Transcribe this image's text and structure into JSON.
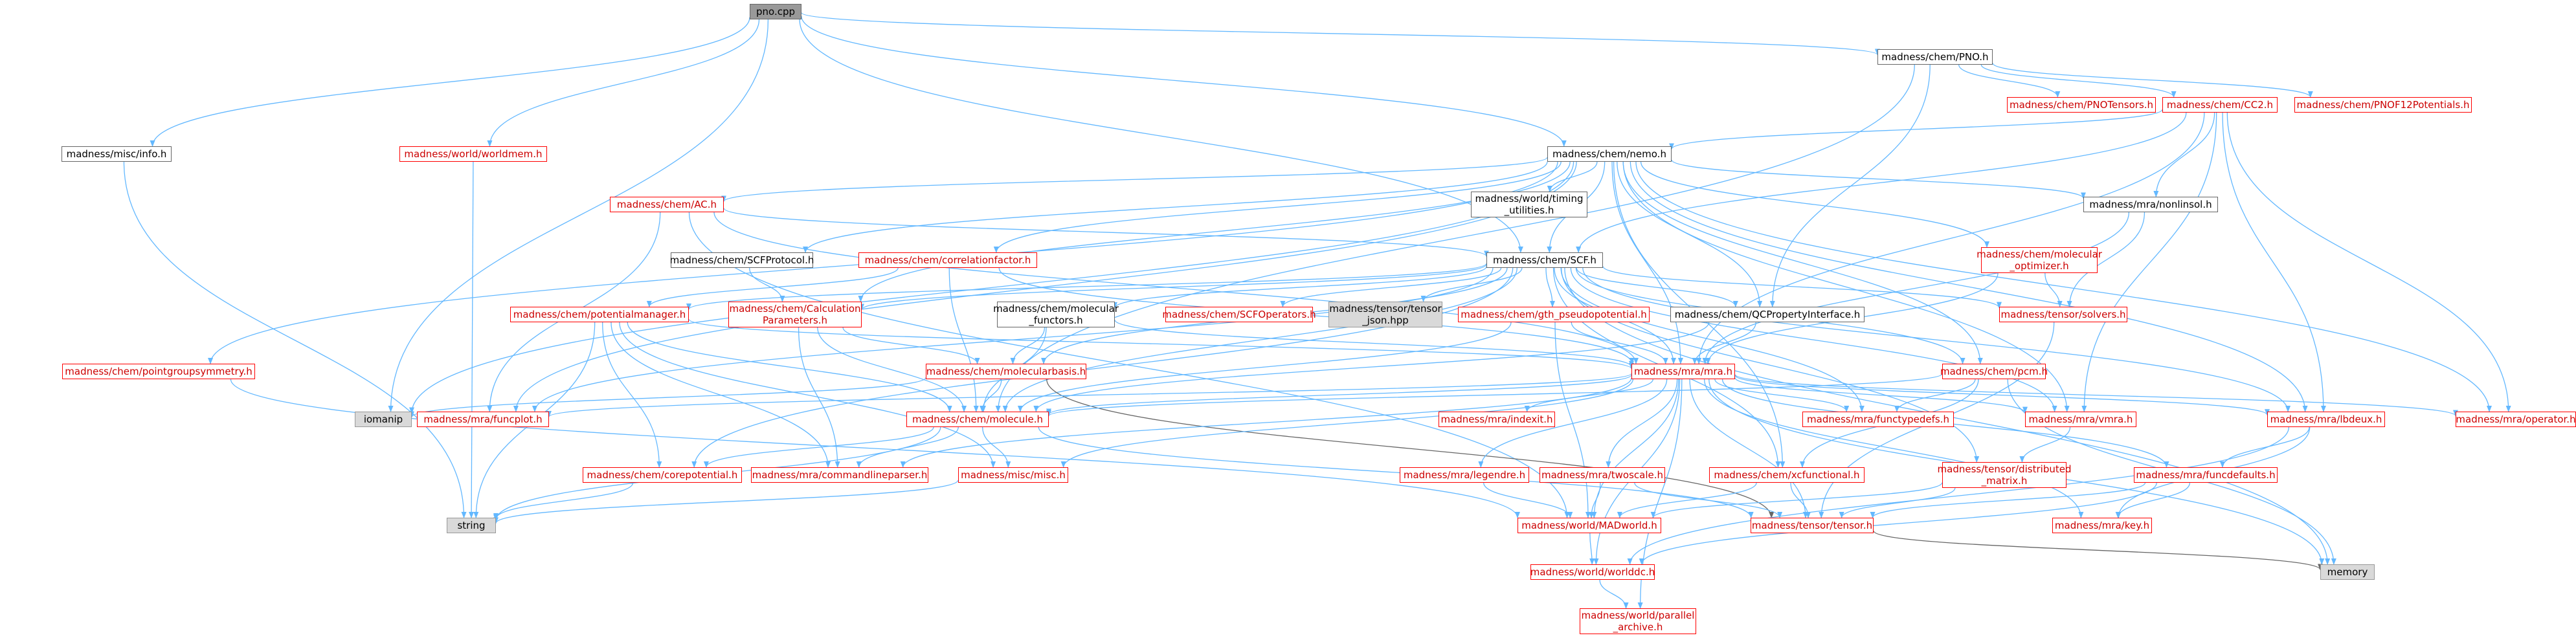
{
  "colors": {
    "edge_blue": "#63b8ff",
    "edge_gray": "#666666",
    "link_red": "#ff0000",
    "root_fill": "#999999",
    "system_fill": "#d9d9d9"
  },
  "nodes": [
    {
      "id": "n_pno_cpp",
      "label": "pno.cpp",
      "style": "root"
    },
    {
      "id": "n_chem_pno_h",
      "label": "madness/chem/PNO.h",
      "style": "normal"
    },
    {
      "id": "n_pnotensors",
      "label": "madness/chem/PNOTensors.h",
      "style": "red"
    },
    {
      "id": "n_cc2",
      "label": "madness/chem/CC2.h",
      "style": "red"
    },
    {
      "id": "n_pnof12",
      "label": "madness/chem/PNOF12Potentials.h",
      "style": "red"
    },
    {
      "id": "n_misc_info",
      "label": "madness/misc/info.h",
      "style": "normal"
    },
    {
      "id": "n_worldmem",
      "label": "madness/world/worldmem.h",
      "style": "red"
    },
    {
      "id": "n_nemo",
      "label": "madness/chem/nemo.h",
      "style": "normal"
    },
    {
      "id": "n_ac",
      "label": "madness/chem/AC.h",
      "style": "red"
    },
    {
      "id": "n_timing",
      "label": "madness/world/timing\n_utilities.h",
      "style": "normal"
    },
    {
      "id": "n_nonlinsol",
      "label": "madness/mra/nonlinsol.h",
      "style": "normal"
    },
    {
      "id": "n_scfprotocol",
      "label": "madness/chem/SCFProtocol.h",
      "style": "normal"
    },
    {
      "id": "n_corrfactor",
      "label": "madness/chem/correlationfactor.h",
      "style": "red"
    },
    {
      "id": "n_scf",
      "label": "madness/chem/SCF.h",
      "style": "normal"
    },
    {
      "id": "n_molopt",
      "label": "madness/chem/molecular\n_optimizer.h",
      "style": "red"
    },
    {
      "id": "n_pointgroup",
      "label": "madness/chem/pointgroupsymmetry.h",
      "style": "red"
    },
    {
      "id": "n_potman",
      "label": "madness/chem/potentialmanager.h",
      "style": "red"
    },
    {
      "id": "n_calcparams",
      "label": "madness/chem/Calculation\nParameters.h",
      "style": "red"
    },
    {
      "id": "n_molfunctors",
      "label": "madness/chem/molecular\n_functors.h",
      "style": "normal"
    },
    {
      "id": "n_scfops",
      "label": "madness/chem/SCFOperators.h",
      "style": "red"
    },
    {
      "id": "n_tensorjson",
      "label": "madness/tensor/tensor\n_json.hpp",
      "style": "gray"
    },
    {
      "id": "n_gthpseudo",
      "label": "madness/chem/gth_pseudopotential.h",
      "style": "red"
    },
    {
      "id": "n_qcprop",
      "label": "madness/chem/QCPropertyInterface.h",
      "style": "normal"
    },
    {
      "id": "n_solvers",
      "label": "madness/tensor/solvers.h",
      "style": "red"
    },
    {
      "id": "n_molbasis",
      "label": "madness/chem/molecularbasis.h",
      "style": "red"
    },
    {
      "id": "n_mra",
      "label": "madness/mra/mra.h",
      "style": "red"
    },
    {
      "id": "n_pcm",
      "label": "madness/chem/pcm.h",
      "style": "red"
    },
    {
      "id": "n_iomanip",
      "label": "iomanip",
      "style": "gray"
    },
    {
      "id": "n_funcplot",
      "label": "madness/mra/funcplot.h",
      "style": "red"
    },
    {
      "id": "n_molecule",
      "label": "madness/chem/molecule.h",
      "style": "red"
    },
    {
      "id": "n_indexit",
      "label": "madness/mra/indexit.h",
      "style": "red"
    },
    {
      "id": "n_functypedefs",
      "label": "madness/mra/functypedefs.h",
      "style": "red"
    },
    {
      "id": "n_vmra",
      "label": "madness/mra/vmra.h",
      "style": "red"
    },
    {
      "id": "n_lbdeux",
      "label": "madness/mra/lbdeux.h",
      "style": "red"
    },
    {
      "id": "n_operator",
      "label": "madness/mra/operator.h",
      "style": "red"
    },
    {
      "id": "n_legendre",
      "label": "madness/mra/legendre.h",
      "style": "red"
    },
    {
      "id": "n_twoscale",
      "label": "madness/mra/twoscale.h",
      "style": "red"
    },
    {
      "id": "n_xcfunctional",
      "label": "madness/chem/xcfunctional.h",
      "style": "red"
    },
    {
      "id": "n_distmatrix",
      "label": "madness/tensor/distributed\n_matrix.h",
      "style": "red"
    },
    {
      "id": "n_funcdefaults",
      "label": "madness/mra/funcdefaults.h",
      "style": "red"
    },
    {
      "id": "n_corepotential",
      "label": "madness/chem/corepotential.h",
      "style": "red"
    },
    {
      "id": "n_cmdlineparser",
      "label": "madness/mra/commandlineparser.h",
      "style": "red"
    },
    {
      "id": "n_miscmisc",
      "label": "madness/misc/misc.h",
      "style": "red"
    },
    {
      "id": "n_string",
      "label": "string",
      "style": "gray"
    },
    {
      "id": "n_madworld",
      "label": "madness/world/MADworld.h",
      "style": "red"
    },
    {
      "id": "n_tensor",
      "label": "madness/tensor/tensor.h",
      "style": "red"
    },
    {
      "id": "n_key",
      "label": "madness/mra/key.h",
      "style": "red"
    },
    {
      "id": "n_memory",
      "label": "memory",
      "style": "gray"
    },
    {
      "id": "n_worlddc",
      "label": "madness/world/worlddc.h",
      "style": "red"
    },
    {
      "id": "n_parallel",
      "label": "madness/world/parallel\n_archive.h",
      "style": "red"
    }
  ],
  "edges": [
    [
      "n_pno_cpp",
      "n_chem_pno_h"
    ],
    [
      "n_pno_cpp",
      "n_misc_info"
    ],
    [
      "n_pno_cpp",
      "n_worldmem"
    ],
    [
      "n_pno_cpp",
      "n_nemo"
    ],
    [
      "n_pno_cpp",
      "n_scf"
    ],
    [
      "n_pno_cpp",
      "n_iomanip"
    ],
    [
      "n_chem_pno_h",
      "n_pnotensors"
    ],
    [
      "n_chem_pno_h",
      "n_cc2"
    ],
    [
      "n_chem_pno_h",
      "n_pnof12"
    ],
    [
      "n_chem_pno_h",
      "n_qcprop"
    ],
    [
      "n_chem_pno_h",
      "n_molecule"
    ],
    [
      "n_cc2",
      "n_nemo"
    ],
    [
      "n_cc2",
      "n_scf"
    ],
    [
      "n_cc2",
      "n_nonlinsol"
    ],
    [
      "n_cc2",
      "n_mra"
    ],
    [
      "n_cc2",
      "n_operator"
    ],
    [
      "n_cc2",
      "n_lbdeux"
    ],
    [
      "n_cc2",
      "n_vmra"
    ],
    [
      "n_misc_info",
      "n_string"
    ],
    [
      "n_worldmem",
      "n_string"
    ],
    [
      "n_nemo",
      "n_ac"
    ],
    [
      "n_nemo",
      "n_timing"
    ],
    [
      "n_nemo",
      "n_nonlinsol"
    ],
    [
      "n_nemo",
      "n_scfprotocol"
    ],
    [
      "n_nemo",
      "n_corrfactor"
    ],
    [
      "n_nemo",
      "n_scf"
    ],
    [
      "n_nemo",
      "n_molopt"
    ],
    [
      "n_nemo",
      "n_pointgroup"
    ],
    [
      "n_nemo",
      "n_qcprop"
    ],
    [
      "n_nemo",
      "n_mra"
    ],
    [
      "n_nemo",
      "n_funcplot"
    ],
    [
      "n_nemo",
      "n_vmra"
    ],
    [
      "n_nemo",
      "n_lbdeux"
    ],
    [
      "n_nemo",
      "n_operator"
    ],
    [
      "n_nemo",
      "n_xcfunctional"
    ],
    [
      "n_nemo",
      "n_pcm"
    ],
    [
      "n_nemo",
      "n_calcparams"
    ],
    [
      "n_nemo",
      "n_iomanip"
    ],
    [
      "n_ac",
      "n_scf"
    ],
    [
      "n_ac",
      "n_funcplot"
    ],
    [
      "n_ac",
      "n_mra"
    ],
    [
      "n_ac",
      "n_madworld"
    ],
    [
      "n_nonlinsol",
      "n_solvers"
    ],
    [
      "n_nonlinsol",
      "n_mra"
    ],
    [
      "n_scfprotocol",
      "n_calcparams"
    ],
    [
      "n_corrfactor",
      "n_molecule"
    ],
    [
      "n_corrfactor",
      "n_potman"
    ],
    [
      "n_corrfactor",
      "n_mra"
    ],
    [
      "n_scf",
      "n_potman"
    ],
    [
      "n_scf",
      "n_calcparams"
    ],
    [
      "n_scf",
      "n_molfunctors"
    ],
    [
      "n_scf",
      "n_scfops"
    ],
    [
      "n_scf",
      "n_tensorjson"
    ],
    [
      "n_scf",
      "n_gthpseudo"
    ],
    [
      "n_scf",
      "n_qcprop"
    ],
    [
      "n_scf",
      "n_solvers"
    ],
    [
      "n_scf",
      "n_molbasis"
    ],
    [
      "n_scf",
      "n_mra"
    ],
    [
      "n_scf",
      "n_pcm"
    ],
    [
      "n_scf",
      "n_molecule"
    ],
    [
      "n_scf",
      "n_funcplot"
    ],
    [
      "n_scf",
      "n_corepotential"
    ],
    [
      "n_scf",
      "n_xcfunctional"
    ],
    [
      "n_scf",
      "n_distmatrix"
    ],
    [
      "n_scf",
      "n_vmra"
    ],
    [
      "n_scf",
      "n_lbdeux"
    ],
    [
      "n_scf",
      "n_memory"
    ],
    [
      "n_scf",
      "n_functypedefs"
    ],
    [
      "n_molopt",
      "n_solvers"
    ],
    [
      "n_molopt",
      "n_mra"
    ],
    [
      "n_pointgroup",
      "n_madworld"
    ],
    [
      "n_potman",
      "n_molecule"
    ],
    [
      "n_potman",
      "n_corepotential"
    ],
    [
      "n_potman",
      "n_mra"
    ],
    [
      "n_potman",
      "n_string"
    ],
    [
      "n_potman",
      "n_cmdlineparser"
    ],
    [
      "n_potman",
      "n_miscmisc"
    ],
    [
      "n_calcparams",
      "n_molecule"
    ],
    [
      "n_calcparams",
      "n_molbasis"
    ],
    [
      "n_calcparams",
      "n_cmdlineparser"
    ],
    [
      "n_molfunctors",
      "n_molecule"
    ],
    [
      "n_molfunctors",
      "n_molbasis"
    ],
    [
      "n_molfunctors",
      "n_mra"
    ],
    [
      "n_gthpseudo",
      "n_molecule"
    ],
    [
      "n_gthpseudo",
      "n_mra"
    ],
    [
      "n_gthpseudo",
      "n_madworld"
    ],
    [
      "n_qcprop",
      "n_molecule"
    ],
    [
      "n_qcprop",
      "n_mra"
    ],
    [
      "n_solvers",
      "n_tensor"
    ],
    [
      "n_molbasis",
      "n_molecule"
    ],
    [
      "n_molbasis",
      "n_iomanip"
    ],
    [
      "n_molbasis",
      "n_tensor"
    ],
    [
      "n_mra",
      "n_indexit"
    ],
    [
      "n_mra",
      "n_functypedefs"
    ],
    [
      "n_mra",
      "n_vmra"
    ],
    [
      "n_mra",
      "n_lbdeux"
    ],
    [
      "n_mra",
      "n_operator"
    ],
    [
      "n_mra",
      "n_legendre"
    ],
    [
      "n_mra",
      "n_twoscale"
    ],
    [
      "n_mra",
      "n_funcdefaults"
    ],
    [
      "n_mra",
      "n_madworld"
    ],
    [
      "n_mra",
      "n_tensor"
    ],
    [
      "n_mra",
      "n_key"
    ],
    [
      "n_mra",
      "n_funcplot"
    ],
    [
      "n_mra",
      "n_miscmisc"
    ],
    [
      "n_mra",
      "n_cmdlineparser"
    ],
    [
      "n_mra",
      "n_parallel"
    ],
    [
      "n_mra",
      "n_worlddc"
    ],
    [
      "n_mra",
      "n_molecule"
    ],
    [
      "n_mra",
      "n_memory"
    ],
    [
      "n_pcm",
      "n_molecule"
    ],
    [
      "n_pcm",
      "n_functypedefs"
    ],
    [
      "n_pcm",
      "n_memory"
    ],
    [
      "n_pcm",
      "n_xcfunctional"
    ],
    [
      "n_molecule",
      "n_corepotential"
    ],
    [
      "n_molecule",
      "n_cmdlineparser"
    ],
    [
      "n_molecule",
      "n_miscmisc"
    ],
    [
      "n_molecule",
      "n_string"
    ],
    [
      "n_molecule",
      "n_tensor"
    ],
    [
      "n_vmra",
      "n_distmatrix"
    ],
    [
      "n_lbdeux",
      "n_funcdefaults"
    ],
    [
      "n_lbdeux",
      "n_worlddc"
    ],
    [
      "n_lbdeux",
      "n_key"
    ],
    [
      "n_legendre",
      "n_madworld"
    ],
    [
      "n_twoscale",
      "n_madworld"
    ],
    [
      "n_twoscale",
      "n_tensor"
    ],
    [
      "n_xcfunctional",
      "n_madworld"
    ],
    [
      "n_xcfunctional",
      "n_tensor"
    ],
    [
      "n_distmatrix",
      "n_madworld"
    ],
    [
      "n_distmatrix",
      "n_tensor"
    ],
    [
      "n_funcdefaults",
      "n_key"
    ],
    [
      "n_funcdefaults",
      "n_tensor"
    ],
    [
      "n_funcdefaults",
      "n_worlddc"
    ],
    [
      "n_corepotential",
      "n_string"
    ],
    [
      "n_miscmisc",
      "n_string"
    ],
    [
      "n_madworld",
      "n_worlddc"
    ],
    [
      "n_tensor",
      "n_memory"
    ],
    [
      "n_worlddc",
      "n_parallel"
    ]
  ]
}
